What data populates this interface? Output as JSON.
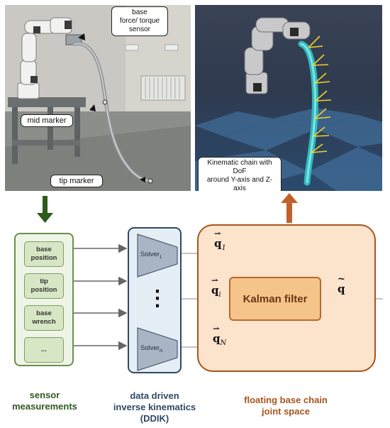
{
  "photo": {
    "callouts": {
      "base_sensor": "base\nforce/ torque\nsensor",
      "mid_marker": "mid marker",
      "tip_marker": "tip marker"
    }
  },
  "sim": {
    "caption": "Kinematic chain with DoF\naround Y-axis and Z-axis\n(yellow arrows)"
  },
  "sensors": {
    "items": [
      "base\nposition",
      "tip\nposition",
      "base\nwrench",
      "..."
    ]
  },
  "ddik": {
    "solver_label": "Solver",
    "solver_1_sub": "1",
    "solver_n_sub": "N",
    "ellipsis": "⋮"
  },
  "kalman": {
    "label": "Kalman filter",
    "q1": "q",
    "q1_sub": "1",
    "qi": "q",
    "qi_sub": "i",
    "qN": "q",
    "qN_sub": "N",
    "q_out": "q"
  },
  "captions": {
    "sensor": "sensor\nmeasurements",
    "ddik": "data driven\ninverse kinematics\n(DDIK)",
    "kalman": "floating base chain\njoint space"
  },
  "colors": {
    "sensor_green": "#2f5a1e",
    "ddik_blue": "#2f4a63",
    "kalman_brown": "#a8541e",
    "arrow_orange": "#c2602a",
    "arrow_green": "#2e5a1c"
  }
}
